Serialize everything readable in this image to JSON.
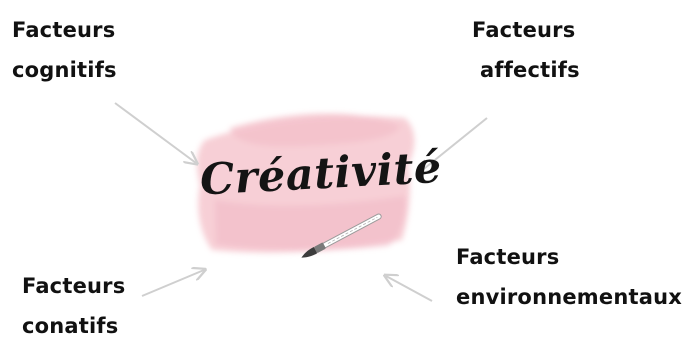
{
  "center": {
    "title": "Créativité"
  },
  "factors": {
    "cognitive": {
      "line1": "Facteurs",
      "line2": "cognitifs"
    },
    "affective": {
      "line1": "Facteurs",
      "line2": "affectifs"
    },
    "conative": {
      "line1": "Facteurs",
      "line2": "conatifs"
    },
    "environmental": {
      "line1": "Facteurs",
      "line2": "environnementaux"
    }
  },
  "colors": {
    "text": "#111111",
    "arrow": "#cfcfcf",
    "brush": "#f2b8c2"
  },
  "icons": [
    "paintbrush-icon"
  ]
}
